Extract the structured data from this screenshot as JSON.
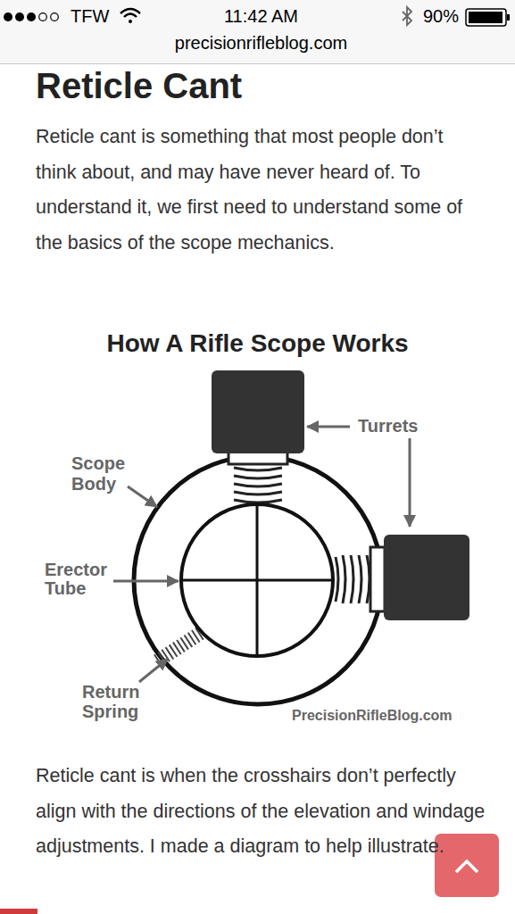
{
  "diagram": {
    "title": "How A Rifle Scope Works",
    "labels": [
      "TFW",
      "11:42 AM",
      "90%",
      "precisionrifleblog.com",
      "Reticle Cant",
      "Reticle cant is something that most people don’t think about, and may have never heard of. To understand it, we first need to understand some of the basics of the scope mechanics.",
      "Turrets",
      "Scope Body",
      "Erector Tube",
      "Return Spring",
      "PrecisionRifleBlog.com",
      "Reticle cant is when the crosshairs don’t perfectly align with the directions of the elevation and windage adjustments. I made a diagram to help illustrate."
    ]
  }
}
